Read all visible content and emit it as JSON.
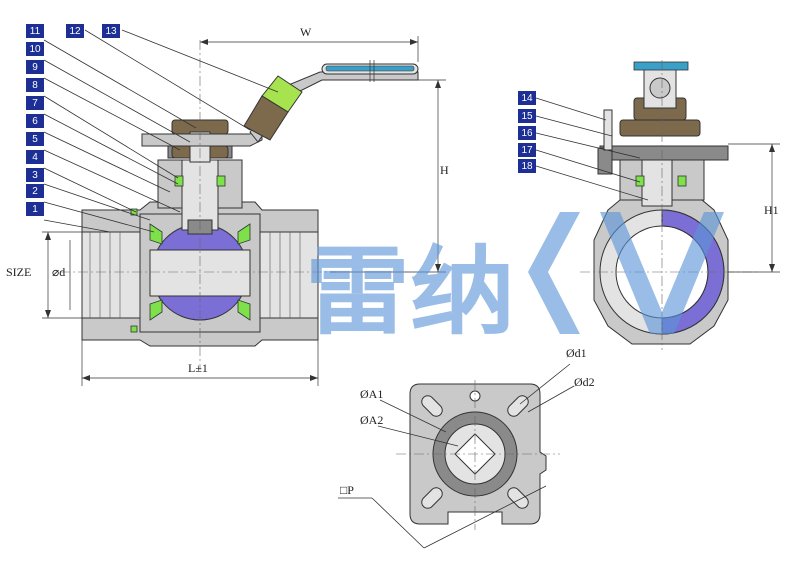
{
  "callouts": [
    "1",
    "2",
    "3",
    "4",
    "5",
    "6",
    "7",
    "8",
    "9",
    "10",
    "11",
    "12",
    "13",
    "14",
    "15",
    "16",
    "17",
    "18"
  ],
  "dimensions": {
    "w": "W",
    "h": "H",
    "h1": "H1",
    "size": "SIZE",
    "d": "⌀d",
    "l": "L±1",
    "d1": "Ød1",
    "d2": "Ød2",
    "a1": "ØA1",
    "a2": "ØA2",
    "p": "□P"
  },
  "watermark": "雷纳",
  "colors": {
    "tag": "#1d2f95",
    "ball": "#7b6fd6",
    "seal": "#7ee04a",
    "grip": "#a6e34e",
    "lever_tip": "#3aa0c8",
    "bronze": "#7d6a4c",
    "watermark": "#5b95d6"
  }
}
